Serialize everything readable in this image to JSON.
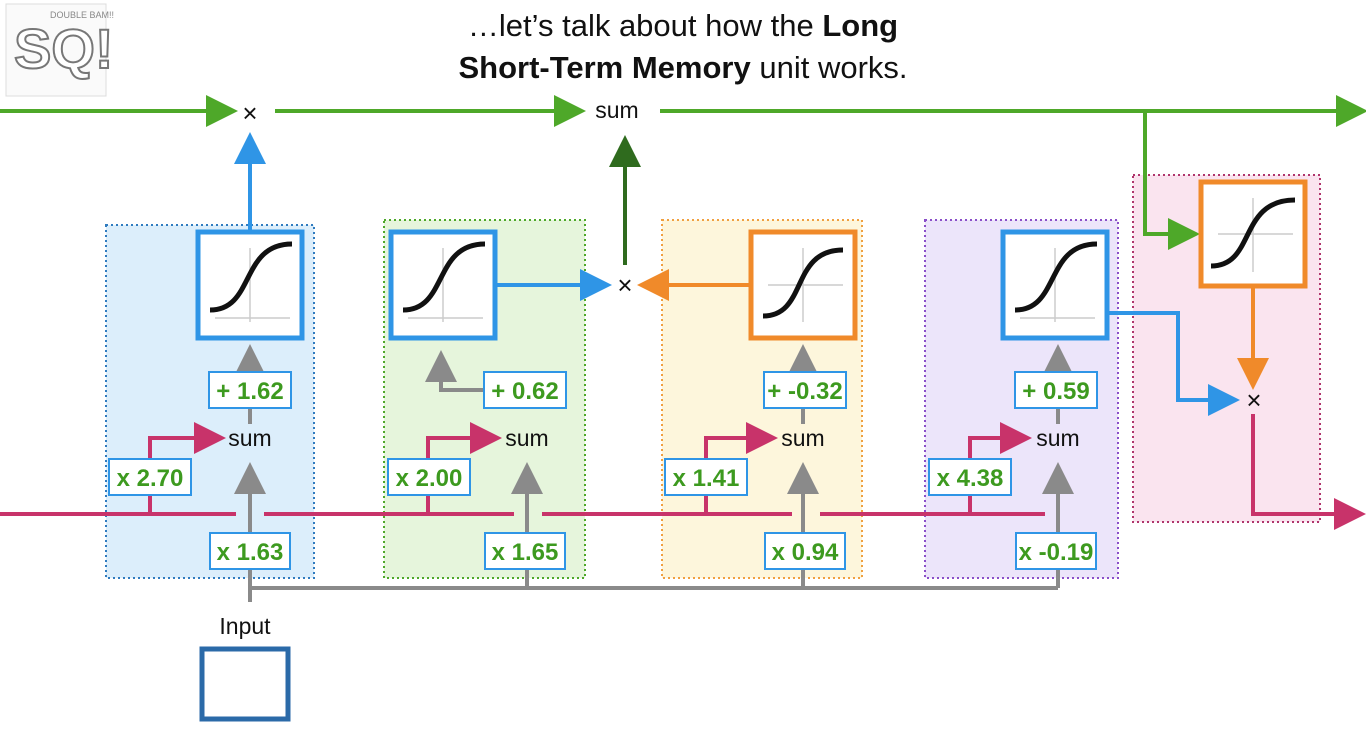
{
  "header": {
    "line1_prefix": "…let’s talk about how the ",
    "line1_bold": "Long",
    "line2_bold": "Short-Term Memory",
    "line2_suffix": " unit works."
  },
  "logo": {
    "text": "SQ!",
    "small_text": "DOUBLE BAM!!"
  },
  "top_line": {
    "multiply_symbol": "×",
    "sum_label": "sum"
  },
  "stages": [
    {
      "input_weight": "x 1.63",
      "short_weight": "x 2.70",
      "bias": "+ 1.62",
      "sum_label": "sum",
      "color": "#2f95e6"
    },
    {
      "input_weight": "x 1.65",
      "short_weight": "x 2.00",
      "bias": "+ 0.62",
      "sum_label": "sum",
      "color": "#2f95e6"
    },
    {
      "input_weight": "x 0.94",
      "short_weight": "x 1.41",
      "bias": "+ -0.32",
      "sum_label": "sum",
      "color": "#f08a2a"
    },
    {
      "input_weight": "x -0.19",
      "short_weight": "x 4.38",
      "bias": "+ 0.59",
      "sum_label": "sum",
      "color": "#2f95e6"
    }
  ],
  "middle_multiply": "×",
  "output_multiply": "×",
  "input_label": "Input",
  "colors": {
    "long_term": "#4ea829",
    "long_term_dark": "#2f6b1e",
    "short_term": "#c8336a",
    "input_line": "#8a8a8a",
    "weight_text": "#3d9a1f",
    "panel_blue": "#dceefb",
    "panel_green": "#e6f5dc",
    "panel_yellow": "#fdf6dc",
    "panel_purple": "#ece5fa",
    "panel_pink": "#fae4ef",
    "input_box": "#2b6aa8"
  }
}
